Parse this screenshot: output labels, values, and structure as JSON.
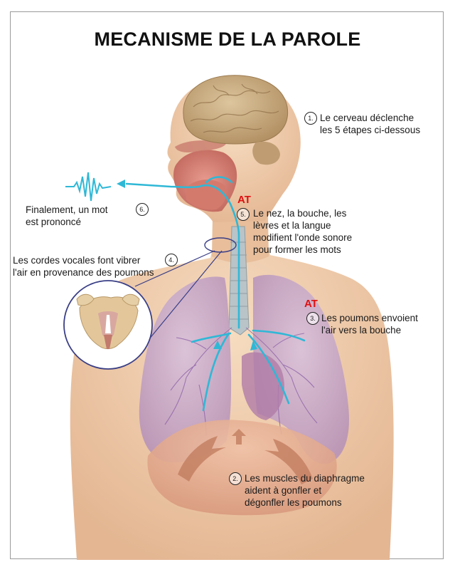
{
  "title": "MECANISME DE LA PAROLE",
  "steps": [
    {
      "num": "1.",
      "lines": [
        "Le cerveau déclenche",
        "les 5 étapes ci-dessous"
      ]
    },
    {
      "num": "2.",
      "lines": [
        "Les muscles du diaphragme",
        "aident à gonfler et",
        "dégonfler les poumons"
      ]
    },
    {
      "num": "3.",
      "lines": [
        "Les poumons envoient",
        "l'air vers la bouche"
      ]
    },
    {
      "num": "4.",
      "lines": [
        "Les cordes vocales font vibrer",
        "l'air en provenance des poumons"
      ]
    },
    {
      "num": "5.",
      "lines": [
        "Le nez, la bouche, les",
        "lèvres et la langue",
        "modifient l'onde sonore",
        "pour former les mots"
      ]
    },
    {
      "num": "6.",
      "lines": [
        "Finalement, un mot",
        "est prononcé"
      ]
    }
  ],
  "markers": [
    "AT",
    "AT"
  ],
  "colors": {
    "airflow": "#2fb8d6",
    "skin": "#efcaa8",
    "lung": "#c9a8c8",
    "brain": "#c9ad83",
    "marker": "#e01010",
    "text": "#1a1a1a"
  }
}
